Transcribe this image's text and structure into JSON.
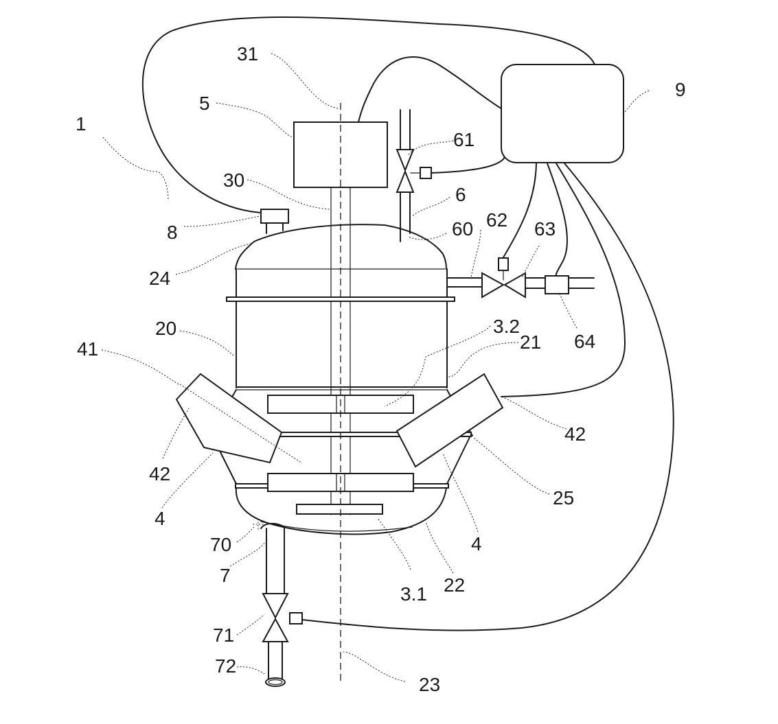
{
  "figure": {
    "labels": {
      "l1": "1",
      "l5": "5",
      "l31": "31",
      "l30": "30",
      "l8": "8",
      "l9": "9",
      "l61": "61",
      "l6": "6",
      "l60": "60",
      "l62": "62",
      "l63": "63",
      "l64": "64",
      "l24": "24",
      "l20": "20",
      "l21": "21",
      "l32": "3.2",
      "l41": "41",
      "l42a": "42",
      "l42b": "42",
      "l25": "25",
      "l4a": "4",
      "l4b": "4",
      "l70": "70",
      "l7": "7",
      "l31b": "3.1",
      "l22": "22",
      "l71": "71",
      "l72": "72",
      "l23": "23"
    }
  }
}
